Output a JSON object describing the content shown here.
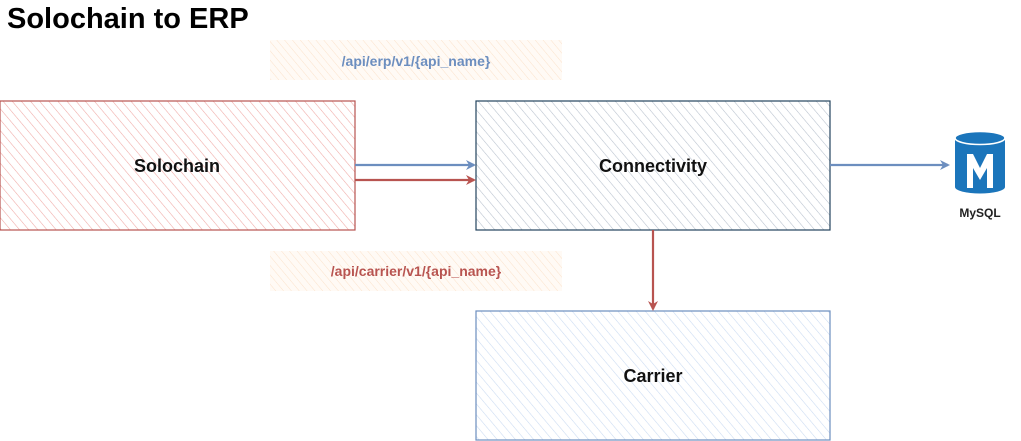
{
  "title": "Solochain to ERP",
  "nodes": {
    "solochain": {
      "label": "Solochain",
      "fill": "#f8cecc",
      "stroke": "#b85450"
    },
    "connectivity": {
      "label": "Connectivity",
      "fill": "#dde3ec",
      "stroke": "#23445d"
    },
    "carrier": {
      "label": "Carrier",
      "fill": "#dae8fc",
      "stroke": "#6c8ebf"
    },
    "mysql": {
      "label": "MySQL",
      "icon": "database-m-icon",
      "color": "#1b75bb"
    }
  },
  "routes": {
    "erp": {
      "label": "/api/erp/v1/{api_name}",
      "color": "#6c8ebf"
    },
    "carrier": {
      "label": "/api/carrier/v1/{api_name}",
      "color": "#b85450"
    }
  },
  "label_background": "#fde9d4"
}
